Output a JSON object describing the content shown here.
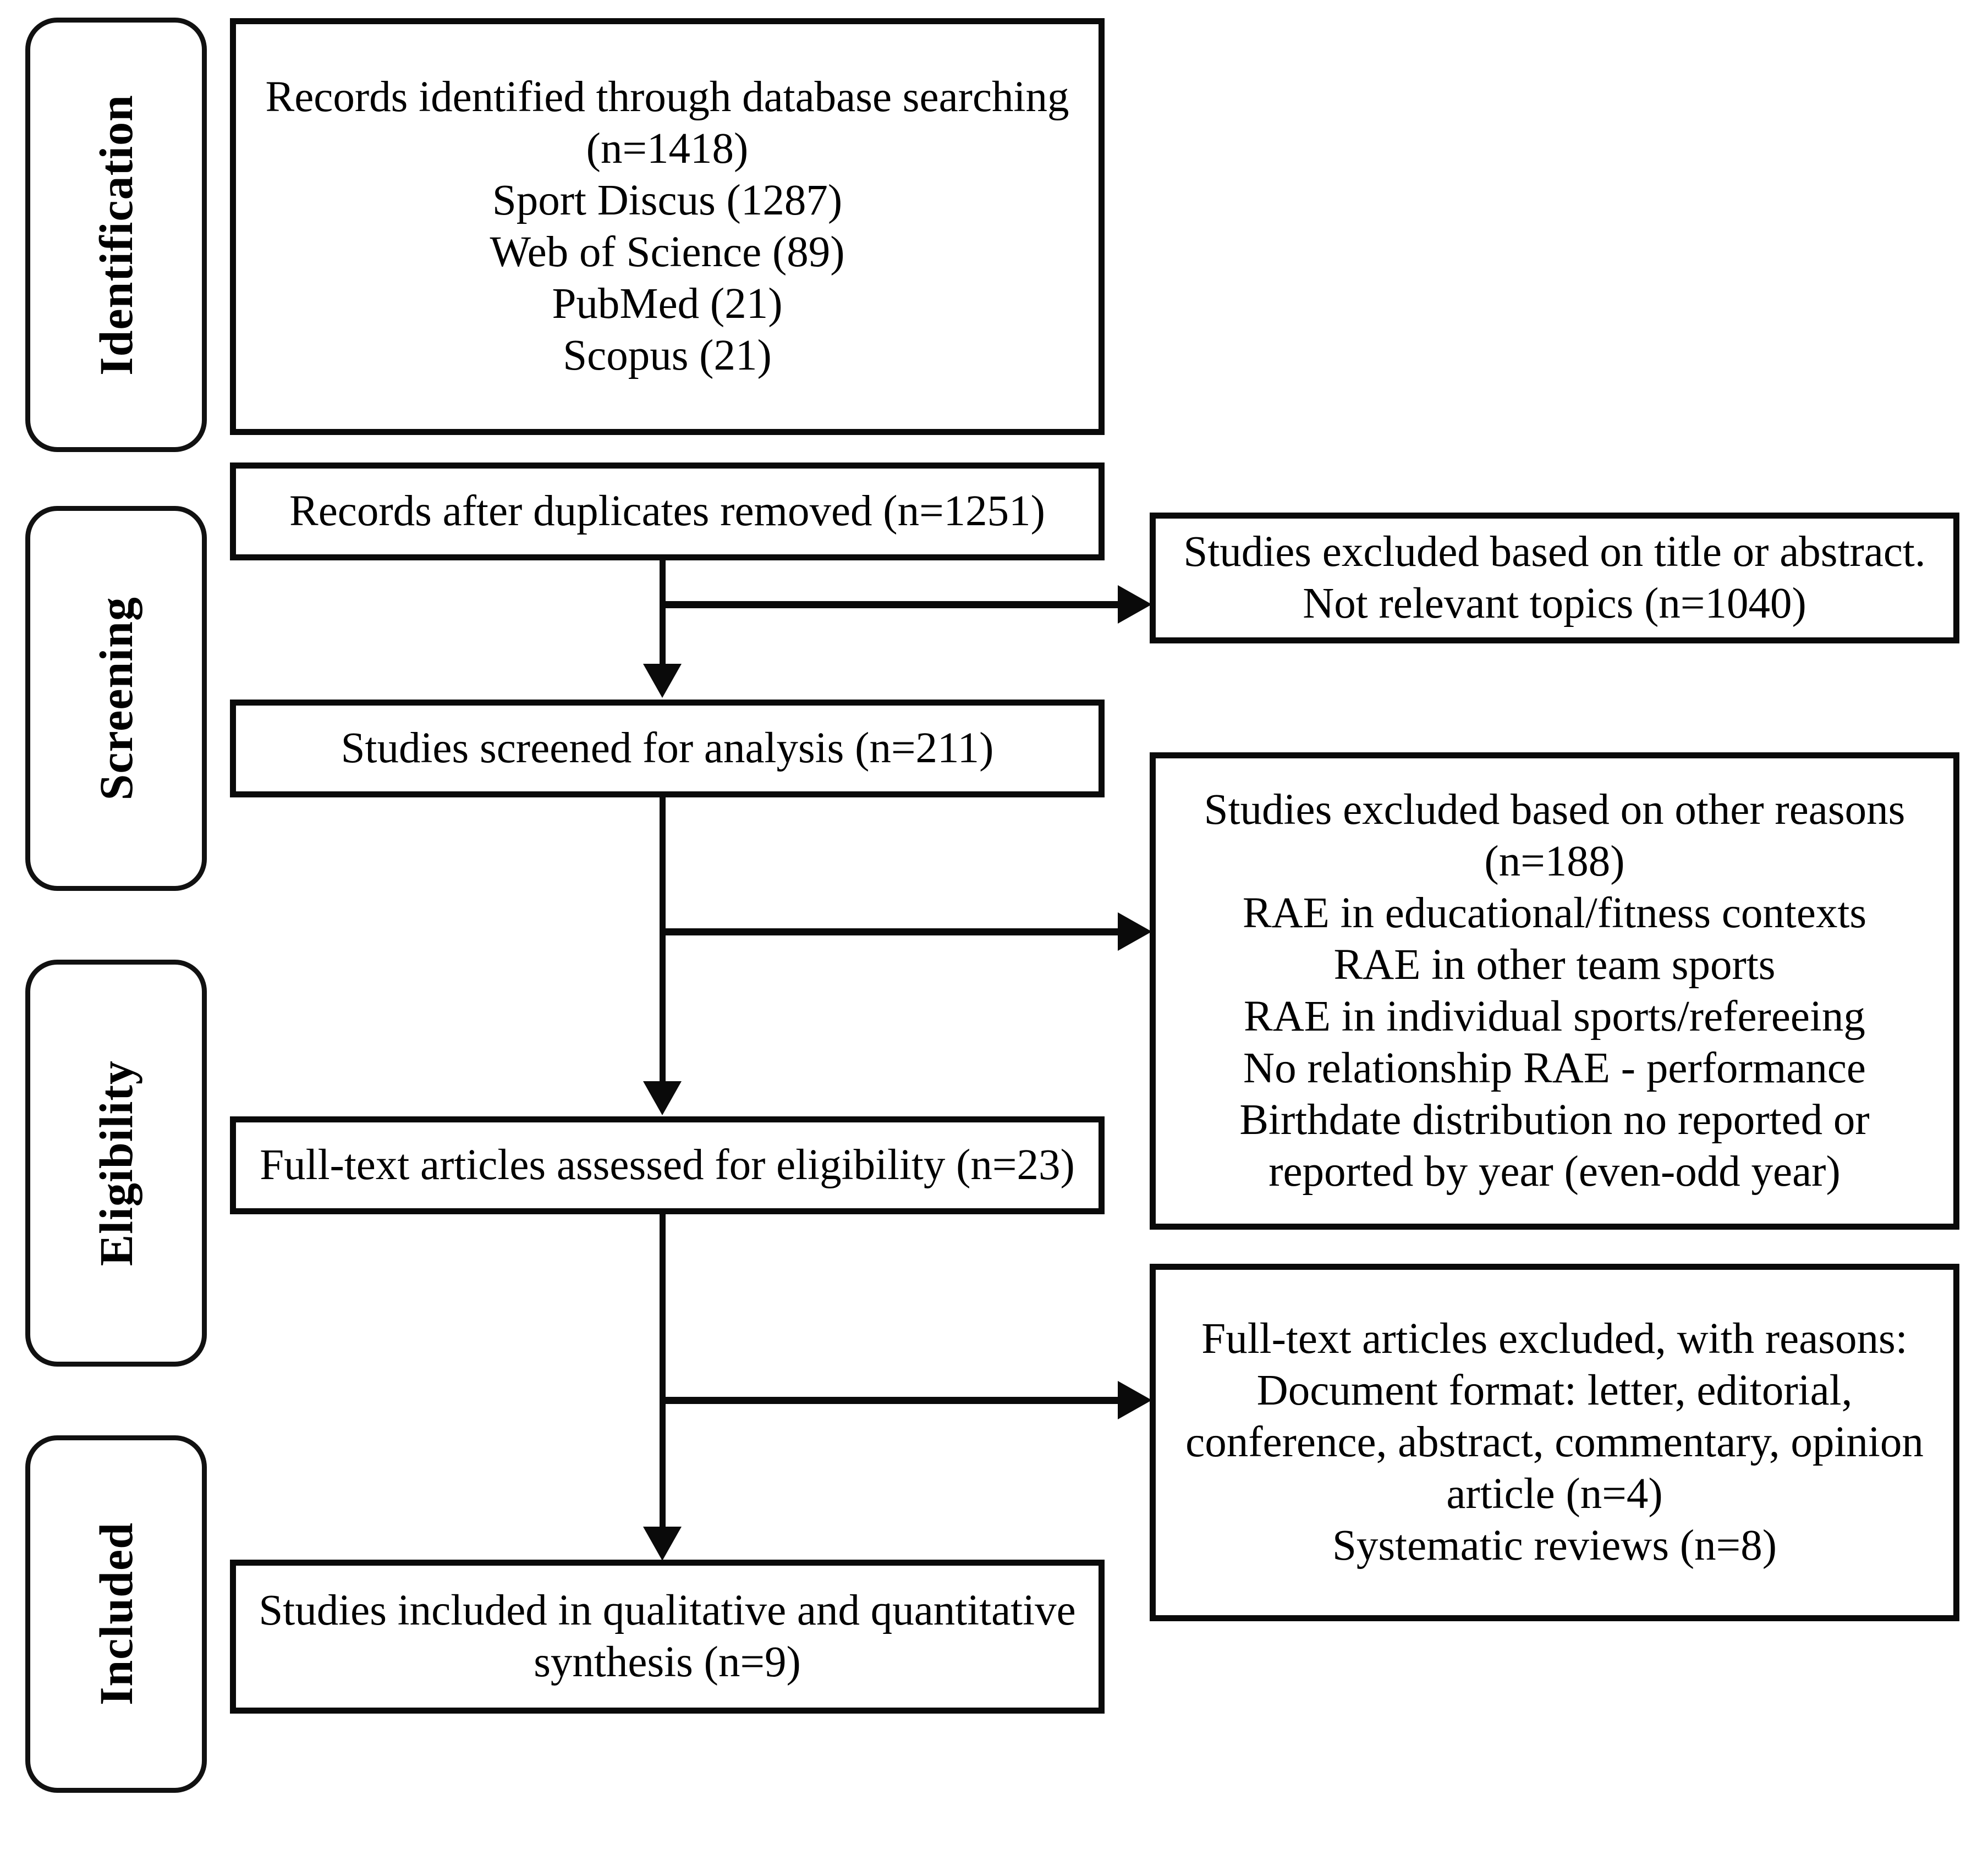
{
  "diagram": {
    "title": "PRISMA flow diagram",
    "type": "prisma-flow-diagram"
  },
  "stages": [
    {
      "id": "identification",
      "label": "Identification"
    },
    {
      "id": "screening",
      "label": "Screening"
    },
    {
      "id": "eligibility",
      "label": "Eligibility"
    },
    {
      "id": "included",
      "label": "Included"
    }
  ],
  "boxes": {
    "identified": {
      "lines": [
        "Records identified through database searching",
        "(n=1418)",
        "Sport Discus (1287)",
        "Web of Science (89)",
        "PubMed (21)",
        "Scopus (21)"
      ]
    },
    "duplicates_removed": {
      "lines": [
        "Records after duplicates removed (n=1251)"
      ]
    },
    "screened": {
      "lines": [
        "Studies screened for analysis (n=211)"
      ]
    },
    "full_text_assessed": {
      "lines": [
        "Full-text articles assessed for eligibility (n=23)"
      ]
    },
    "included_synthesis": {
      "lines": [
        "Studies included in qualitative and quantitative",
        "synthesis (n=9)"
      ]
    },
    "excluded_title_abstract": {
      "lines": [
        "Studies excluded based on title or abstract.",
        "Not relevant topics (n=1040)"
      ]
    },
    "excluded_other_reasons": {
      "lines": [
        "Studies excluded based on other reasons",
        "(n=188)",
        "RAE in educational/fitness contexts",
        "RAE in other team sports",
        "RAE in individual sports/refereeing",
        "No relationship RAE - performance",
        "Birthdate distribution no reported or",
        "reported by year (even-odd year)"
      ]
    },
    "excluded_full_text": {
      "lines": [
        "Full-text articles excluded, with reasons:",
        "Document format: letter, editorial,",
        "conference, abstract, commentary, opinion",
        "article (n=4)",
        "Systematic reviews (n=8)"
      ]
    }
  },
  "colors": {
    "border": "#0a0a0a",
    "background": "#ffffff",
    "text": "#000000"
  }
}
